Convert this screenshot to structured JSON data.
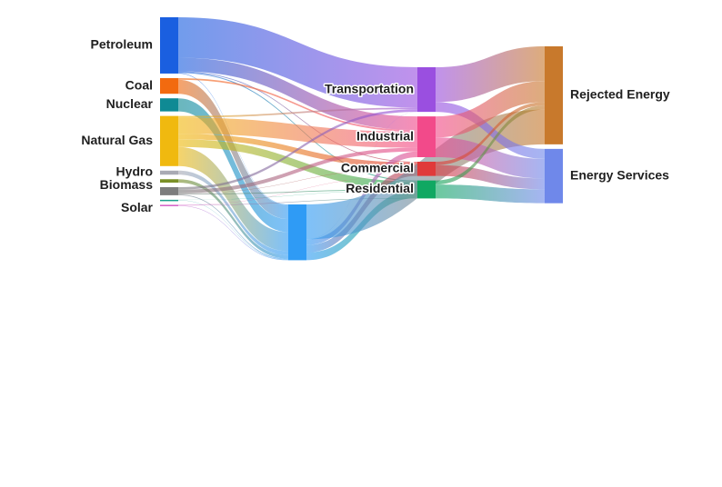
{
  "chart_data": {
    "type": "sankey",
    "title": "",
    "nodes": [
      {
        "id": "petroleum",
        "label": "Petroleum",
        "column": 0,
        "color": "#1a5fe0"
      },
      {
        "id": "coal",
        "label": "Coal",
        "column": 0,
        "color": "#f26a0f"
      },
      {
        "id": "nuclear",
        "label": "Nuclear",
        "column": 0,
        "color": "#0f8a94"
      },
      {
        "id": "natural_gas",
        "label": "Natural Gas",
        "column": 0,
        "color": "#f0b90f"
      },
      {
        "id": "hydro",
        "label": "Hydro",
        "column": 0,
        "color": "#a9aab4"
      },
      {
        "id": "wind",
        "label": "",
        "column": 0,
        "color": "#7a8f26"
      },
      {
        "id": "biomass",
        "label": "Biomass",
        "column": 0,
        "color": "#7d7d7d"
      },
      {
        "id": "geothermal",
        "label": "",
        "column": 0,
        "color": "#1aa08c"
      },
      {
        "id": "solar",
        "label": "Solar",
        "column": 0,
        "color": "#d45cc6"
      },
      {
        "id": "electricity",
        "label": "",
        "column": 1,
        "color": "#2f9bf5"
      },
      {
        "id": "transportation",
        "label": "Transportation",
        "column": 2,
        "color": "#9a4fe0"
      },
      {
        "id": "industrial",
        "label": "Industrial",
        "column": 2,
        "color": "#f24a8a"
      },
      {
        "id": "commercial",
        "label": "Commercial",
        "column": 2,
        "color": "#e03a3a"
      },
      {
        "id": "residential",
        "label": "Residential",
        "column": 2,
        "color": "#10a862"
      },
      {
        "id": "rejected",
        "label": "Rejected Energy",
        "column": 3,
        "color": "#c8792c"
      },
      {
        "id": "services",
        "label": "Energy Services",
        "column": 3,
        "color": "#6f88ea"
      }
    ],
    "links": [
      {
        "source": "petroleum",
        "target": "transportation",
        "value": 25
      },
      {
        "source": "petroleum",
        "target": "industrial",
        "value": 8.4
      },
      {
        "source": "petroleum",
        "target": "commercial",
        "value": 0.5
      },
      {
        "source": "petroleum",
        "target": "residential",
        "value": 0.6
      },
      {
        "source": "petroleum",
        "target": "electricity",
        "value": 0.3
      },
      {
        "source": "coal",
        "target": "electricity",
        "value": 8.7
      },
      {
        "source": "coal",
        "target": "industrial",
        "value": 1.0
      },
      {
        "source": "nuclear",
        "target": "electricity",
        "value": 8.1
      },
      {
        "source": "natural_gas",
        "target": "electricity",
        "value": 11.8
      },
      {
        "source": "natural_gas",
        "target": "industrial",
        "value": 10.0
      },
      {
        "source": "natural_gas",
        "target": "commercial",
        "value": 3.4
      },
      {
        "source": "natural_gas",
        "target": "residential",
        "value": 4.8
      },
      {
        "source": "natural_gas",
        "target": "transportation",
        "value": 1.0
      },
      {
        "source": "hydro",
        "target": "electricity",
        "value": 2.5
      },
      {
        "source": "wind",
        "target": "electricity",
        "value": 2.1
      },
      {
        "source": "biomass",
        "target": "electricity",
        "value": 0.5
      },
      {
        "source": "biomass",
        "target": "industrial",
        "value": 2.3
      },
      {
        "source": "biomass",
        "target": "transportation",
        "value": 1.5
      },
      {
        "source": "biomass",
        "target": "residential",
        "value": 0.5
      },
      {
        "source": "biomass",
        "target": "commercial",
        "value": 0.2
      },
      {
        "source": "geothermal",
        "target": "electricity",
        "value": 0.2
      },
      {
        "source": "geothermal",
        "target": "residential",
        "value": 0.1
      },
      {
        "source": "solar",
        "target": "electricity",
        "value": 0.3
      },
      {
        "source": "solar",
        "target": "residential",
        "value": 0.3
      },
      {
        "source": "solar",
        "target": "commercial",
        "value": 0.1
      },
      {
        "source": "electricity",
        "target": "industrial",
        "value": 3.5
      },
      {
        "source": "electricity",
        "target": "commercial",
        "value": 4.6
      },
      {
        "source": "electricity",
        "target": "residential",
        "value": 4.8
      },
      {
        "source": "electricity",
        "target": "transportation",
        "value": 0.1
      },
      {
        "source": "electricity",
        "target": "rejected",
        "value": 21.5
      },
      {
        "source": "transportation",
        "target": "rejected",
        "value": 21.5
      },
      {
        "source": "transportation",
        "target": "services",
        "value": 6.1
      },
      {
        "source": "industrial",
        "target": "rejected",
        "value": 13.0
      },
      {
        "source": "industrial",
        "target": "services",
        "value": 12.2
      },
      {
        "source": "commercial",
        "target": "rejected",
        "value": 2.1
      },
      {
        "source": "commercial",
        "target": "services",
        "value": 6.7
      },
      {
        "source": "residential",
        "target": "rejected",
        "value": 2.5
      },
      {
        "source": "residential",
        "target": "services",
        "value": 8.6
      }
    ]
  }
}
